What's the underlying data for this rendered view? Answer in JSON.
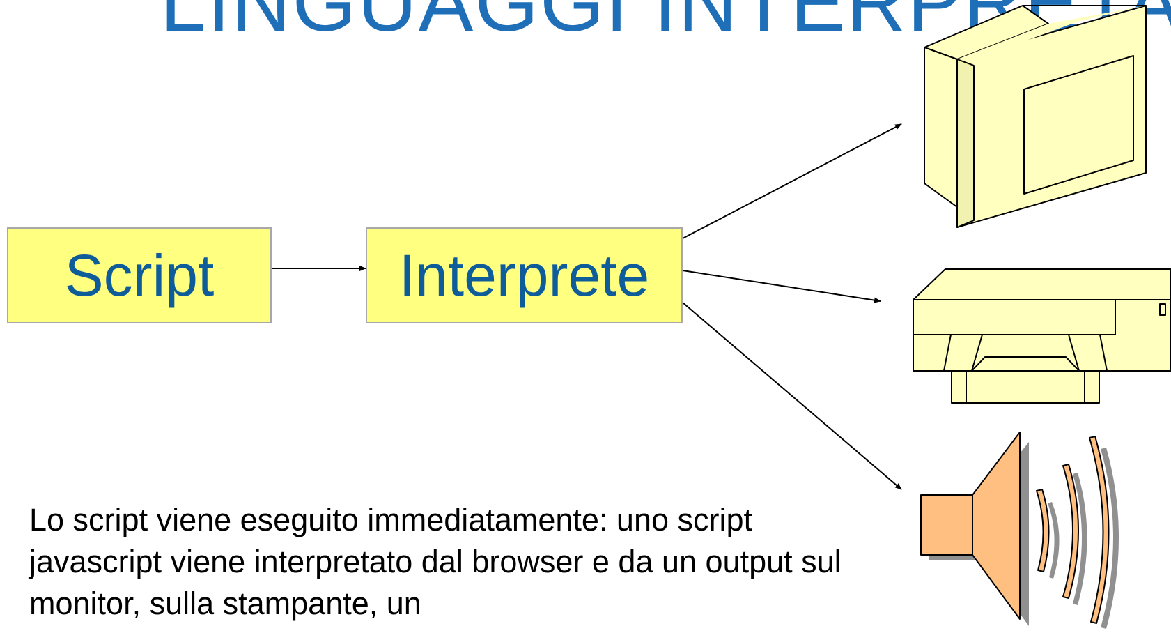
{
  "slide": {
    "title_partial": "LINGUAGGI INTERPRETATI",
    "boxes": {
      "script": "Script",
      "interprete": "Interprete"
    },
    "caption": "Lo script viene eseguito immediatamente: uno script javascript viene interpretato dal browser e da un output sul monitor, sulla stampante, un"
  },
  "colors": {
    "box_fill": "#ffff80",
    "box_text": "#0e5d9a",
    "title": "#1e6fb8",
    "device_fill": "#ffffc0",
    "speaker_fill": "#ffbf80"
  },
  "icons": [
    "monitor-icon",
    "printer-icon",
    "speaker-icon"
  ]
}
